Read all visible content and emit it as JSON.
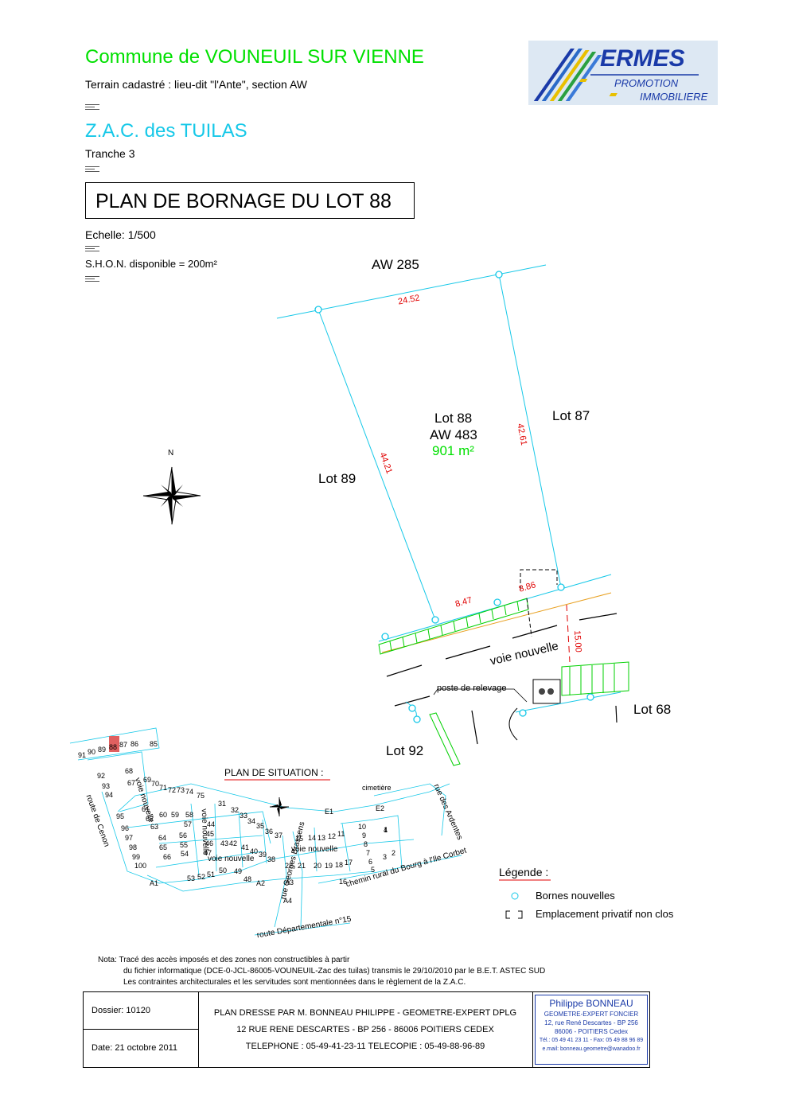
{
  "header": {
    "commune": "Commune de VOUNEUIL SUR VIENNE",
    "terrain": "Terrain cadastré : lieu-dit \"l'Ante\", section AW",
    "zac": "Z.A.C. des TUILAS",
    "tranche": "Tranche 3",
    "title": "PLAN DE BORNAGE DU LOT 88",
    "echelle": "Echelle: 1/500",
    "shon": "S.H.O.N. disponible = 200m²"
  },
  "logo": {
    "brand": "ERMES",
    "line1": "PROMOTION",
    "line2": "IMMOBILIERE"
  },
  "plan": {
    "aw285": "AW 285",
    "lot88": "Lot 88",
    "aw483": "AW 483",
    "area": "901 m²",
    "lot87": "Lot 87",
    "lot89": "Lot 89",
    "lot68": "Lot 68",
    "lot92": "Lot 92",
    "dim_top": "24.52",
    "dim_left": "44.21",
    "dim_right": "42.61",
    "dim_bottom_left": "8.47",
    "dim_bottom_right": "8.86",
    "dim_road": "15.00",
    "voie": "voie nouvelle",
    "poste": "poste de relevage",
    "north": "N"
  },
  "situation": {
    "title": "PLAN DE SITUATION :",
    "labels": [
      "91",
      "90",
      "89",
      "88",
      "87",
      "86",
      "85",
      "92",
      "68",
      "93",
      "67",
      "94",
      "69",
      "70",
      "71",
      "72",
      "73",
      "74",
      "75",
      "31",
      "32",
      "33",
      "34",
      "35",
      "36",
      "37",
      "95",
      "61",
      "60",
      "59",
      "58",
      "96",
      "62",
      "63",
      "57",
      "44",
      "97",
      "64",
      "56",
      "45",
      "65",
      "55",
      "46",
      "43",
      "42",
      "98",
      "66",
      "54",
      "47",
      "41",
      "40",
      "39",
      "99",
      "100",
      "38",
      "53",
      "52",
      "51",
      "50",
      "49",
      "48",
      "A1",
      "A2",
      "A3",
      "A4",
      "15",
      "14",
      "13",
      "12",
      "11",
      "10",
      "9",
      "8",
      "7",
      "6",
      "5",
      "4",
      "3",
      "2",
      "1",
      "22",
      "21",
      "20",
      "19",
      "18",
      "17",
      "16",
      "E1",
      "E2"
    ],
    "streets": {
      "cimetiere": "cimetière",
      "ardentes": "rue des Ardentes",
      "cenon": "route de Cenon",
      "voie1": "voie nouvelle",
      "voie2": "voie nouvelle",
      "voie3": "voie nouvelle",
      "voie4": "voie nouvelle",
      "brassens": "rue Georges Brassens",
      "chemin": "chemin rural du Bourg à l'Ile Corbet",
      "route": "route Départementale n°15"
    }
  },
  "legend": {
    "title": "Légende :",
    "bornes": "Bornes nouvelles",
    "emplacement": "Emplacement privatif non clos"
  },
  "nota": {
    "line1": "Nota: Tracé des accès imposés et des zones non constructibles à partir",
    "line2": "du fichier informatique (DCE-0-JCL-86005-VOUNEUIL-Zac des tuilas) transmis  le 29/10/2010 par le B.E.T. ASTEC SUD",
    "line3": "Les contraintes architecturales et les servitudes sont mentionnées dans le règlement de la Z.A.C."
  },
  "cartouche": {
    "dossier": "Dossier: 10120",
    "date": "Date: 21 octobre 2011",
    "l1": "PLAN DRESSE PAR M. BONNEAU PHILIPPE - GEOMETRE-EXPERT DPLG",
    "l2": "12 RUE RENE DESCARTES - BP 256 - 86006 POITIERS CEDEX",
    "l3": "TELEPHONE : 05-49-41-23-11  TELECOPIE : 05-49-88-96-89"
  },
  "stamp": {
    "name": "Philippe BONNEAU",
    "title": "GEOMETRE-EXPERT FONCIER",
    "addr1": "12, rue René Descartes - BP 256",
    "addr2": "86006 -  POITIERS Cedex",
    "tel": "Tél.: 05 49 41 23 11 - Fax: 05 49 88 96 89",
    "mail": "e.mail: bonneau.geometre@wanadoo.fr"
  },
  "colors": {
    "cyan": "#16c8e8",
    "green": "#00e000",
    "red": "#e00000",
    "highlight": "#e06060",
    "stamp": "#1a3aa8"
  }
}
